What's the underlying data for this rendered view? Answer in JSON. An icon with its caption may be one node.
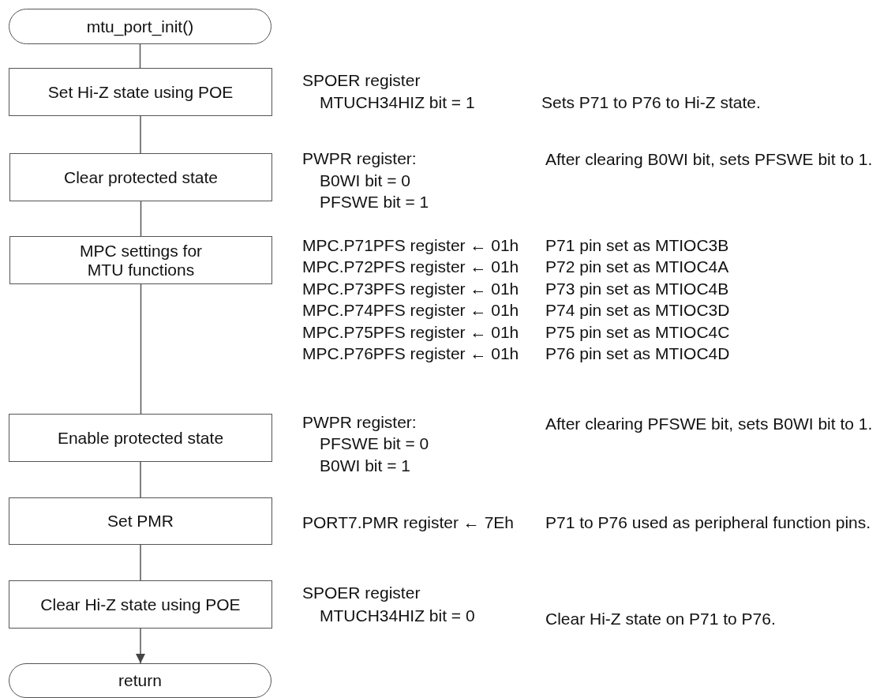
{
  "diagram": {
    "nodes": [
      {
        "text": [
          "mtu_port_init()"
        ]
      },
      {
        "text": [
          "Set Hi-Z state using POE"
        ]
      },
      {
        "text": [
          "Clear protected state"
        ]
      },
      {
        "text": [
          "MPC settings for MTU functions"
        ]
      },
      {
        "text": [
          "Enable protected state"
        ]
      },
      {
        "text": [
          "Set PMR"
        ]
      },
      {
        "text": [
          "Clear Hi-Z state using POE"
        ]
      },
      {
        "text": [
          "return"
        ]
      }
    ],
    "edges": [
      {
        "from": 0,
        "to": 1,
        "arrow": "none"
      },
      {
        "from": 1,
        "to": 2,
        "arrow": "none"
      },
      {
        "from": 2,
        "to": 3,
        "arrow": "none"
      },
      {
        "from": 3,
        "to": 4,
        "arrow": "none"
      },
      {
        "from": 4,
        "to": 5,
        "arrow": "none"
      },
      {
        "from": 5,
        "to": 6,
        "arrow": "none"
      },
      {
        "from": 6,
        "to": 7,
        "arrow": "to"
      }
    ],
    "labels": [
      "SPOER register",
      "MTUCH34HIZ bit = 1",
      "Sets P71 to P76 to Hi-Z state.",
      "PWPR register:",
      "After clearing B0WI bit, sets PFSWE bit to 1.",
      "B0WI bit = 0",
      "PFSWE bit = 1",
      "MPC.P71PFS register ← 01h",
      "P71 pin set as MTIOC3B",
      "MPC.P72PFS register ← 01h",
      "P72 pin set as MTIOC4A",
      "MPC.P73PFS register ← 01h",
      "P73 pin set as MTIOC4B",
      "MPC.P74PFS register ← 01h",
      "P74 pin set as MTIOC3D",
      "MPC.P75PFS register ← 01h",
      "P75 pin set as MTIOC4C",
      "MPC.P76PFS register ← 01h",
      "P76 pin set as MTIOC4D",
      "PWPR register:",
      "After clearing PFSWE bit, sets B0WI bit to 1.",
      "PFSWE bit = 0",
      "B0WI bit = 1",
      "PORT7.PMR register ← 7Eh",
      "P71 to P76 used as peripheral function pins.",
      "SPOER register",
      "MTUCH34HIZ bit = 0",
      "Clear Hi-Z state on P71 to P76."
    ]
  }
}
